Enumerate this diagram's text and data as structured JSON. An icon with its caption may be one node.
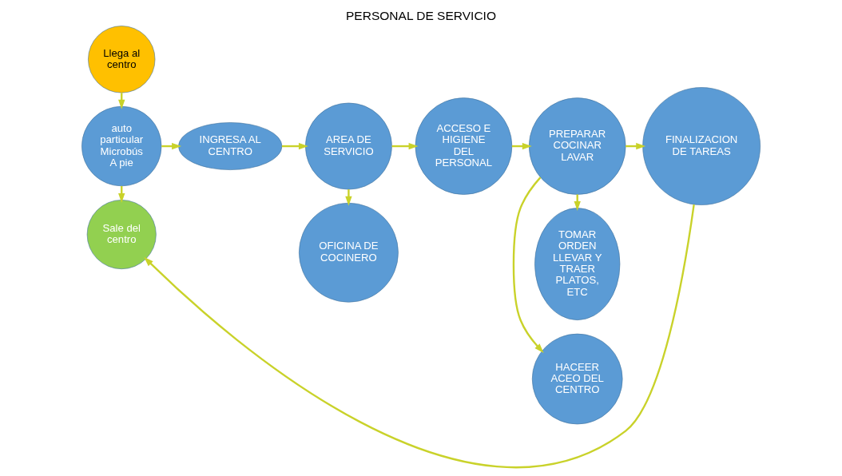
{
  "diagram": {
    "title": "PERSONAL DE SERVICIO",
    "nodes": [
      {
        "text": [
          "Llega al centro"
        ]
      },
      {
        "text": [
          "auto particular",
          "Microbús",
          "A pie"
        ]
      },
      {
        "text": [
          "Sale del centro"
        ]
      },
      {
        "text": [
          "INGRESA AL CENTRO"
        ]
      },
      {
        "text": [
          "AREA DE SERVICIO"
        ]
      },
      {
        "text": [
          "OFICINA DE COCINERO"
        ]
      },
      {
        "text": [
          "ACCESO E HIGIENE DEL PERSONAL"
        ]
      },
      {
        "text": [
          "HACEER ACEO DEL CENTRO"
        ]
      },
      {
        "text": [
          "PREPARAR COCINAR LAVAR"
        ]
      },
      {
        "text": [
          "TOMAR ORDEN LLEVAR Y TRAER PLATOS, ETC"
        ]
      },
      {
        "text": [
          "FINALIZACION DE TAREAS"
        ]
      }
    ],
    "edges": [
      {
        "from": 0,
        "to": 1,
        "arrow": "to"
      },
      {
        "from": 1,
        "to": 2,
        "arrow": "to"
      },
      {
        "from": 1,
        "to": 3,
        "arrow": "to"
      },
      {
        "from": 3,
        "to": 4,
        "arrow": "to"
      },
      {
        "from": 4,
        "to": 5,
        "arrow": "to"
      },
      {
        "from": 4,
        "to": 6,
        "arrow": "to"
      },
      {
        "from": 6,
        "to": 8,
        "arrow": "to"
      },
      {
        "from": 8,
        "to": 7,
        "arrow": "to"
      },
      {
        "from": 8,
        "to": 9,
        "arrow": "to"
      },
      {
        "from": 8,
        "to": 10,
        "arrow": "to"
      },
      {
        "from": 10,
        "to": 2,
        "arrow": "to"
      }
    ]
  }
}
